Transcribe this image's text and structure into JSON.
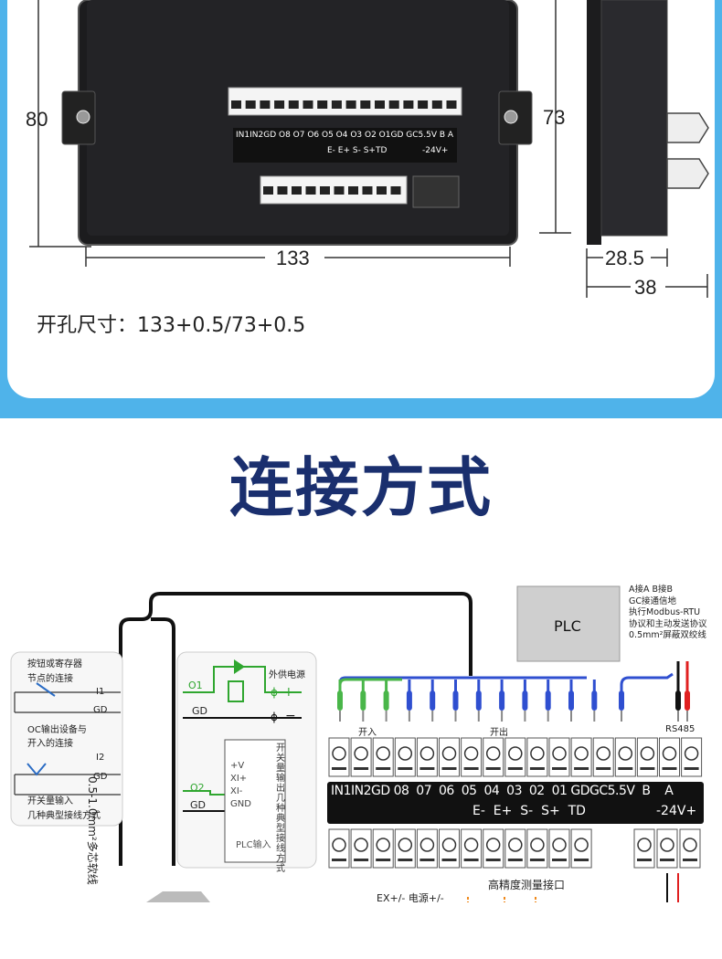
{
  "dimensions": {
    "height": "80",
    "inner_height": "73",
    "width": "133",
    "depth_1": "28.5",
    "depth_2": "38",
    "cutout": "开孔尺寸：133+0.5/73+0.5"
  },
  "device_top": {
    "row1": "IN1IN2GD O8 O7 O6 O5 O4 O3 O2 O1GD GC5.5V B A",
    "row2": "E- E+ S- S+TD",
    "row2_right": "-24V+"
  },
  "section_title": "连接方式",
  "plc": {
    "label": "PLC",
    "notes": [
      "A接A B接B",
      "GC接通信地",
      "执行Modbus-RTU",
      "协议和主动发送协议",
      "0.5mm²屏蔽双绞线"
    ]
  },
  "left_box": {
    "title1": "按钮或寄存器",
    "title2": "节点的连接",
    "i1": "I1",
    "gd1": "GD",
    "oc1": "OC输出设备与",
    "oc2": "开入的连接",
    "i2": "I2",
    "gd2": "GD",
    "foot1": "开关量输入",
    "foot2": "几种典型接线方式"
  },
  "wire_label": "0.5-1.0mm²多芯软线",
  "mid_box": {
    "o1": "O1",
    "ext_power": "外供电源",
    "plus": "+",
    "gd": "GD",
    "minus": "−",
    "o2": "O2",
    "gd2": "GD",
    "plc_pins": [
      "+V",
      "XI+",
      "XI-",
      "GND"
    ],
    "side_text": "开关量输出几种典型接线方式",
    "plc_input": "PLC输入"
  },
  "terminal": {
    "in_label": "开入",
    "out_label": "开出",
    "rs485": "RS485",
    "row1": "IN1IN2GD 08  07  06  05  04  03  02  01 GDGC5.5V  B    A",
    "row2": "E-  E+  S-  S+  TD",
    "row2_right": "-24V+"
  },
  "bottom": {
    "title": "高精度测量接口",
    "labels": "EX+/-  电源+/-"
  }
}
